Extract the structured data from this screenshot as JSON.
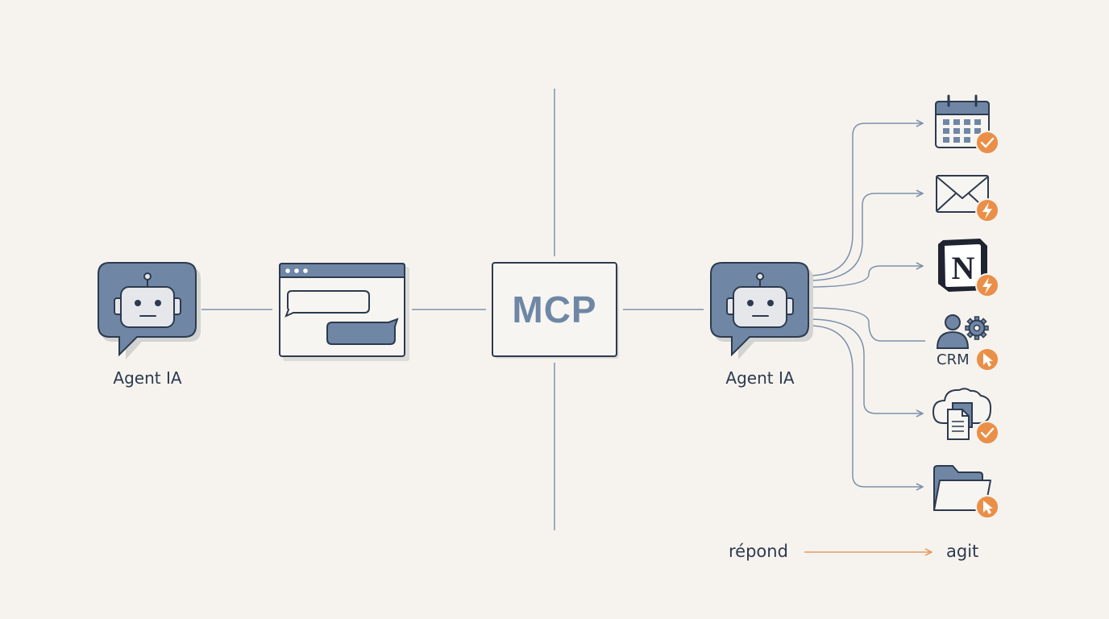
{
  "nodes": {
    "agent_left": {
      "label": "Agent IA"
    },
    "mcp": {
      "label": "MCP"
    },
    "agent_right": {
      "label": "Agent IA"
    }
  },
  "tools": [
    {
      "icon": "calendar-icon",
      "badge": "check-badge"
    },
    {
      "icon": "envelope-icon",
      "badge": "lightning-badge"
    },
    {
      "icon": "notion-icon",
      "badge": "lightning-badge"
    },
    {
      "icon": "crm-icon",
      "label": "CRM",
      "badge": "cursor-badge"
    },
    {
      "icon": "cloud-documents-icon",
      "badge": "check-badge"
    },
    {
      "icon": "folder-icon",
      "badge": "cursor-badge"
    }
  ],
  "legend": {
    "from": "répond",
    "to": "agit"
  },
  "colors": {
    "background": "#f6f3ee",
    "accent_blue": "#6f87a5",
    "line": "#7d91ab",
    "outline": "#2d3a4f",
    "badge_orange": "#ea8f48",
    "legend_arrow": "#e49a63"
  }
}
